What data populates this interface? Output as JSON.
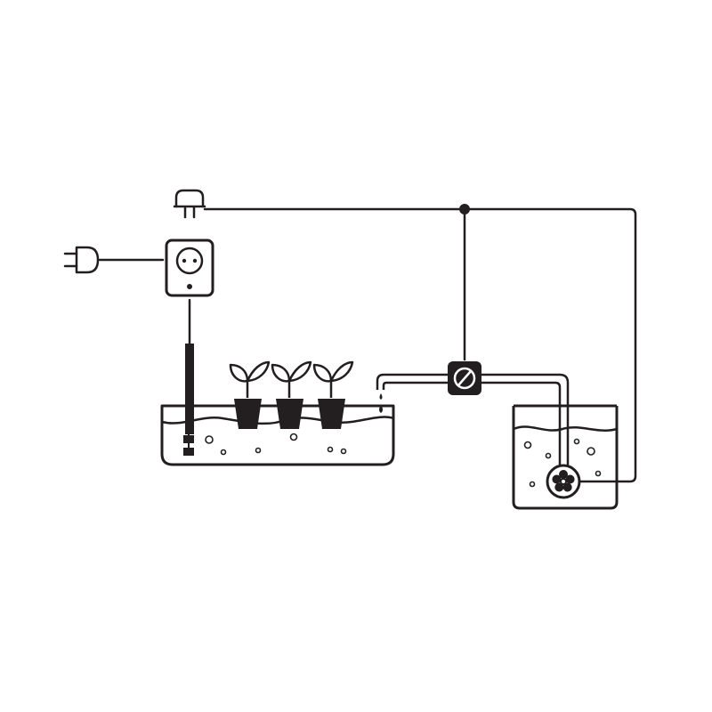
{
  "diagram": {
    "type": "hydroponic-irrigation-system",
    "style": "monochrome line illustration",
    "colors": {
      "ink": "#231f20",
      "background": "#ffffff"
    },
    "components": [
      {
        "id": "mains-plug",
        "icon": "plug-icon"
      },
      {
        "id": "outlet-timer",
        "icon": "socket-icon"
      },
      {
        "id": "load-plug",
        "icon": "plug-icon"
      },
      {
        "id": "level-sensor",
        "icon": "float-switch-icon"
      },
      {
        "id": "grow-tray",
        "icon": "tray-icon"
      },
      {
        "id": "seedling-pots",
        "icon": "seedling-icon",
        "count": 3
      },
      {
        "id": "solenoid-valve",
        "icon": "valve-icon"
      },
      {
        "id": "reservoir",
        "icon": "tank-icon"
      },
      {
        "id": "pump",
        "icon": "pump-icon"
      }
    ]
  }
}
